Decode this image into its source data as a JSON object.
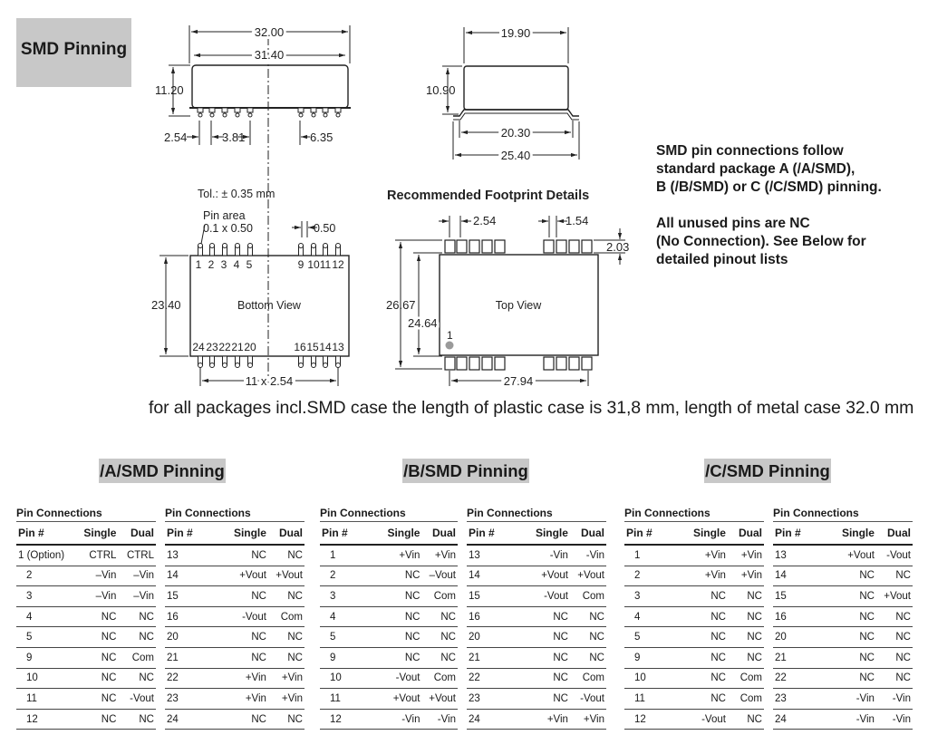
{
  "badge": "SMD Pinning",
  "drawing": {
    "dim_32_00": "32.00",
    "dim_31_40": "31.40",
    "dim_11_20": "11.20",
    "dim_2_54": "2.54",
    "dim_3_81": "3.81",
    "dim_6_35": "6.35",
    "dim_19_90": "19.90",
    "dim_10_90": "10.90",
    "dim_20_30": "20.30",
    "dim_25_40": "25.40",
    "tolerance": "Tol.: ± 0.35 mm",
    "pin_area_1": "Pin area",
    "pin_area_2": "0.1 x 0.50",
    "dim_0_50": "0.50",
    "dim_23_40": "23.40",
    "bottom_view": "Bottom View",
    "dim_11x2_54": "11 x 2.54",
    "footprint_title": "Recommended Footprint Details",
    "fp_2_54": "2.54",
    "fp_1_54": "1.54",
    "fp_2_03": "2.03",
    "fp_26_67": "26.67",
    "fp_24_64": "24.64",
    "top_view": "Top View",
    "fp_pin1": "1",
    "fp_27_94": "27.94",
    "top_pins": [
      "1",
      "2",
      "3",
      "4",
      "5",
      "9",
      "10",
      "11",
      "12"
    ],
    "bottom_pins": [
      "24",
      "23",
      "22",
      "21",
      "20",
      "16",
      "15",
      "14",
      "13"
    ]
  },
  "note": {
    "lines_a": [
      "SMD pin connections  follow",
      "standard package A (/A/SMD),",
      "B (/B/SMD) or C (/C/SMD) pinning."
    ],
    "lines_b": [
      "All unused pins are NC",
      "(No Connection). See Below for",
      "detailed pinout lists"
    ]
  },
  "caption": "for all packages incl.SMD case the length of plastic case is 31,8 mm, length of metal case 32.0 mm",
  "tables": [
    {
      "title": "/A/SMD Pinning",
      "left": {
        "caption": "Pin Connections",
        "headers": [
          "Pin #",
          "Single",
          "Dual"
        ],
        "rows": [
          [
            "1 (Option)",
            "CTRL",
            "CTRL"
          ],
          [
            "2",
            "–Vin",
            "–Vin"
          ],
          [
            "3",
            "–Vin",
            "–Vin"
          ],
          [
            "4",
            "NC",
            "NC"
          ],
          [
            "5",
            "NC",
            "NC"
          ],
          [
            "9",
            "NC",
            "Com"
          ],
          [
            "10",
            "NC",
            "NC"
          ],
          [
            "11",
            "NC",
            "-Vout"
          ],
          [
            "12",
            "NC",
            "NC"
          ]
        ]
      },
      "right": {
        "caption": "Pin Connections",
        "headers": [
          "Pin #",
          "Single",
          "Dual"
        ],
        "rows": [
          [
            "13",
            "NC",
            "NC"
          ],
          [
            "14",
            "+Vout",
            "+Vout"
          ],
          [
            "15",
            "NC",
            "NC"
          ],
          [
            "16",
            "-Vout",
            "Com"
          ],
          [
            "20",
            "NC",
            "NC"
          ],
          [
            "21",
            "NC",
            "NC"
          ],
          [
            "22",
            "+Vin",
            "+Vin"
          ],
          [
            "23",
            "+Vin",
            "+Vin"
          ],
          [
            "24",
            "NC",
            "NC"
          ]
        ]
      }
    },
    {
      "title": "/B/SMD Pinning",
      "left": {
        "caption": "Pin Connections",
        "headers": [
          "Pin #",
          "Single",
          "Dual"
        ],
        "rows": [
          [
            "1",
            "+Vin",
            "+Vin"
          ],
          [
            "2",
            "NC",
            "–Vout"
          ],
          [
            "3",
            "NC",
            "Com"
          ],
          [
            "4",
            "NC",
            "NC"
          ],
          [
            "5",
            "NC",
            "NC"
          ],
          [
            "9",
            "NC",
            "NC"
          ],
          [
            "10",
            "-Vout",
            "Com"
          ],
          [
            "11",
            "+Vout",
            "+Vout"
          ],
          [
            "12",
            "-Vin",
            "-Vin"
          ]
        ]
      },
      "right": {
        "caption": "Pin Connections",
        "headers": [
          "Pin #",
          "Single",
          "Dual"
        ],
        "rows": [
          [
            "13",
            "-Vin",
            "-Vin"
          ],
          [
            "14",
            "+Vout",
            "+Vout"
          ],
          [
            "15",
            "-Vout",
            "Com"
          ],
          [
            "16",
            "NC",
            "NC"
          ],
          [
            "20",
            "NC",
            "NC"
          ],
          [
            "21",
            "NC",
            "NC"
          ],
          [
            "22",
            "NC",
            "Com"
          ],
          [
            "23",
            "NC",
            "-Vout"
          ],
          [
            "24",
            "+Vin",
            "+Vin"
          ]
        ]
      }
    },
    {
      "title": "/C/SMD Pinning",
      "left": {
        "caption": "Pin Connections",
        "headers": [
          "Pin #",
          "Single",
          "Dual"
        ],
        "rows": [
          [
            "1",
            "+Vin",
            "+Vin"
          ],
          [
            "2",
            "+Vin",
            "+Vin"
          ],
          [
            "3",
            "NC",
            "NC"
          ],
          [
            "4",
            "NC",
            "NC"
          ],
          [
            "5",
            "NC",
            "NC"
          ],
          [
            "9",
            "NC",
            "NC"
          ],
          [
            "10",
            "NC",
            "Com"
          ],
          [
            "11",
            "NC",
            "Com"
          ],
          [
            "12",
            "-Vout",
            "NC"
          ]
        ]
      },
      "right": {
        "caption": "Pin Connections",
        "headers": [
          "Pin #",
          "Single",
          "Dual"
        ],
        "rows": [
          [
            "13",
            "+Vout",
            "-Vout"
          ],
          [
            "14",
            "NC",
            "NC"
          ],
          [
            "15",
            "NC",
            "+Vout"
          ],
          [
            "16",
            "NC",
            "NC"
          ],
          [
            "20",
            "NC",
            "NC"
          ],
          [
            "21",
            "NC",
            "NC"
          ],
          [
            "22",
            "NC",
            "NC"
          ],
          [
            "23",
            "-Vin",
            "-Vin"
          ],
          [
            "24",
            "-Vin",
            "-Vin"
          ]
        ]
      }
    }
  ]
}
